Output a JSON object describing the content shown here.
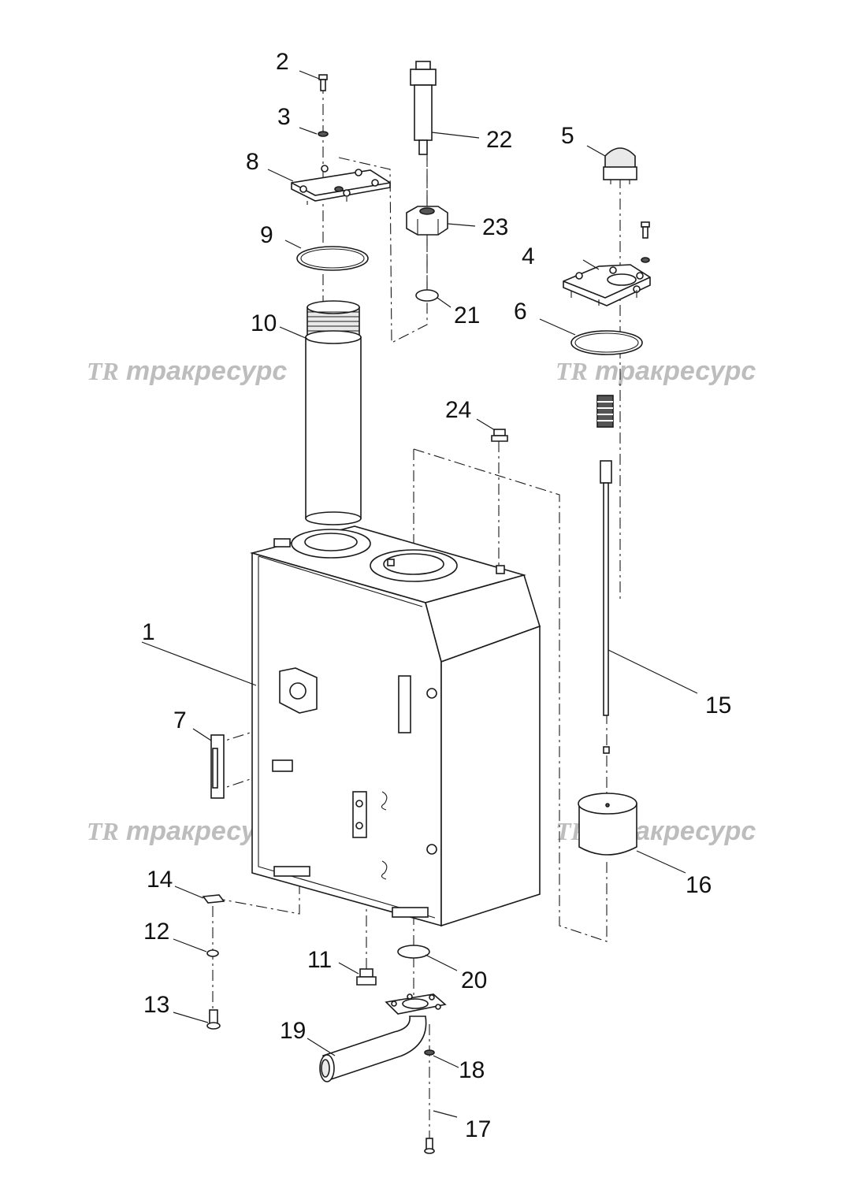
{
  "diagram": {
    "callouts": [
      "1",
      "2",
      "3",
      "4",
      "5",
      "6",
      "7",
      "8",
      "9",
      "10",
      "11",
      "12",
      "13",
      "14",
      "15",
      "16",
      "17",
      "18",
      "19",
      "20",
      "21",
      "22",
      "23",
      "24"
    ],
    "watermark": {
      "logo": "TR",
      "text": "тракресурс"
    },
    "colors": {
      "line": "#1a1a1a",
      "watermark": "#bdbdbd",
      "background": "#ffffff"
    }
  }
}
